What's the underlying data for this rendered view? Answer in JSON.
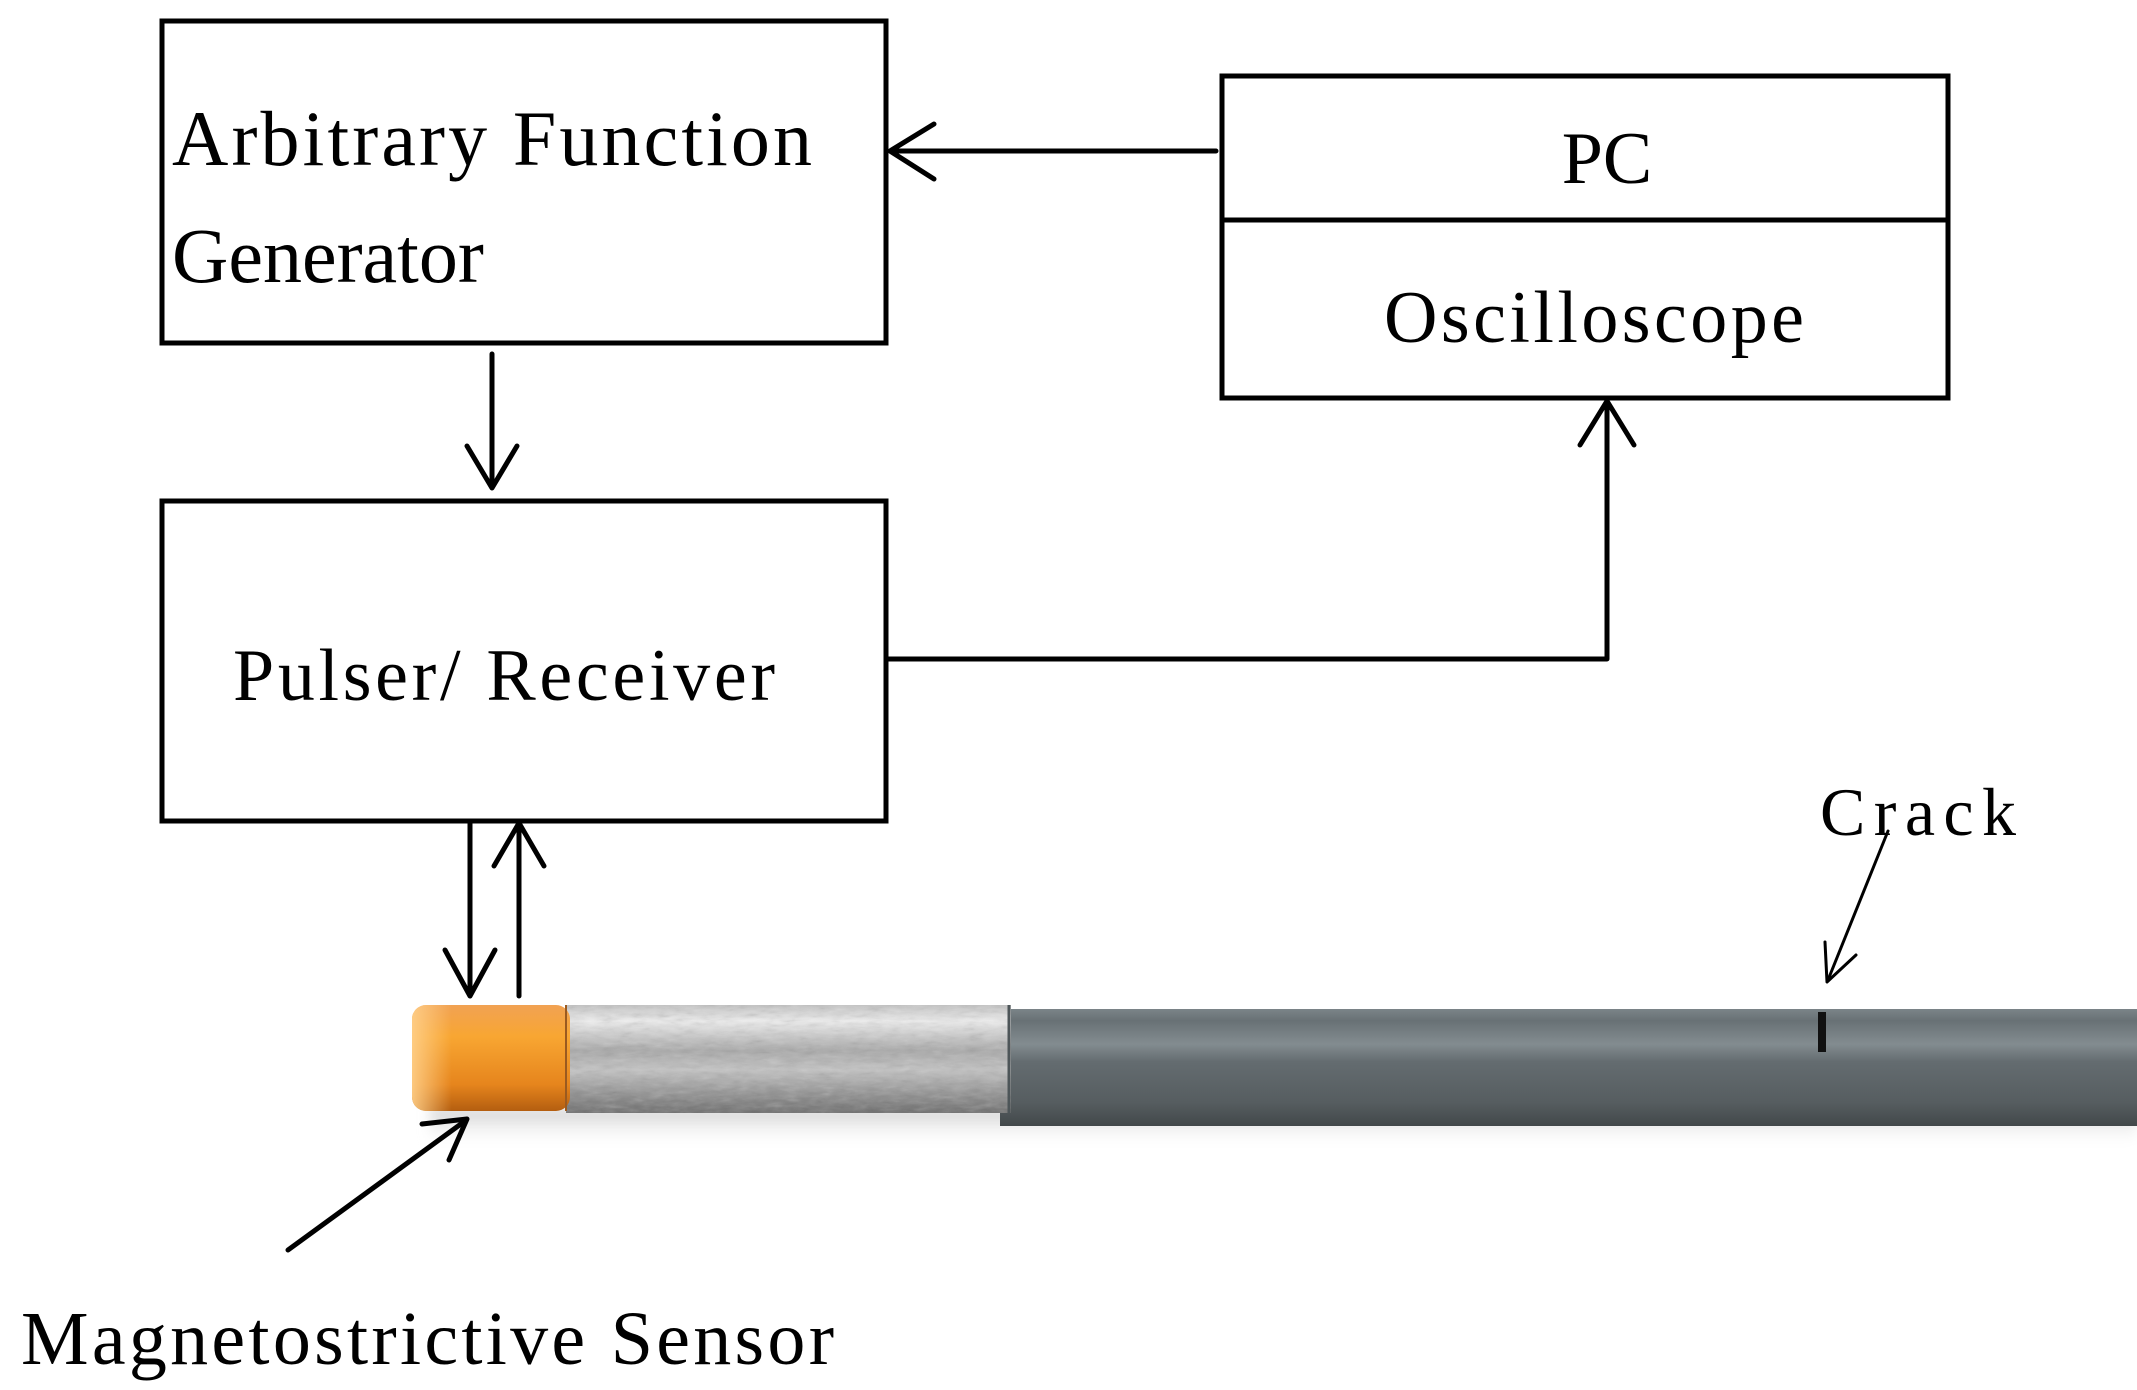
{
  "blocks": {
    "function_generator": {
      "line1": "Arbitrary  Function",
      "line2": "Generator"
    },
    "pc": "PC",
    "oscilloscope": "Oscilloscope",
    "pulser_receiver": "Pulser/ Receiver"
  },
  "labels": {
    "crack": "Crack",
    "sensor": "Magnetostrictive  Sensor"
  },
  "colors": {
    "sensor_coil": "#f5a030",
    "rod": "#5b6367",
    "bonded_section": "#bdbdbd"
  }
}
